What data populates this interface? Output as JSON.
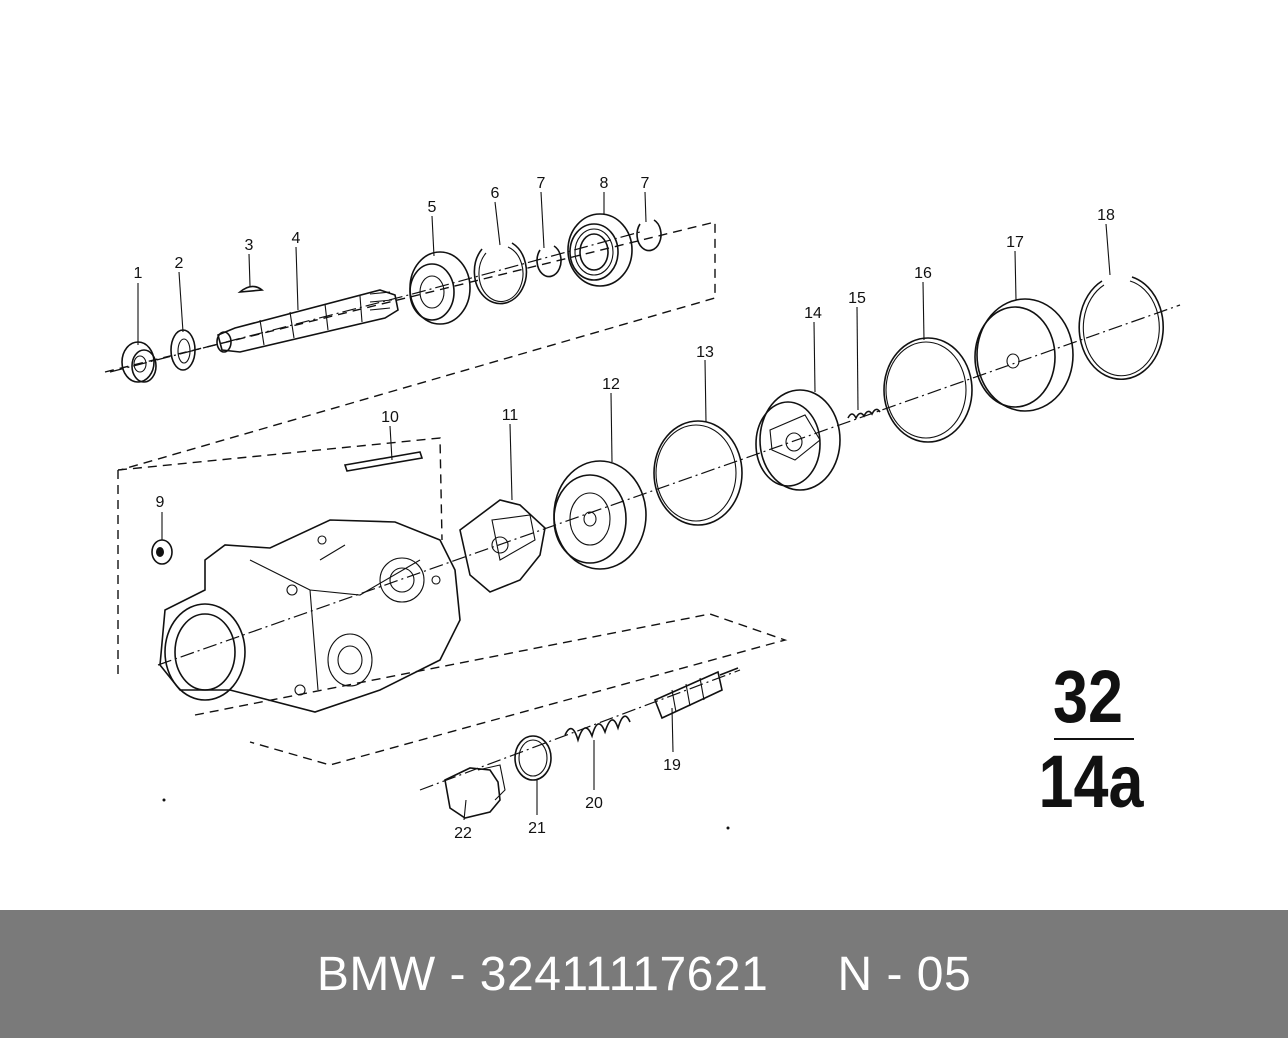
{
  "diagram": {
    "callouts": [
      "1",
      "2",
      "3",
      "4",
      "5",
      "6",
      "7",
      "8",
      "7",
      "9",
      "10",
      "11",
      "12",
      "13",
      "14",
      "15",
      "16",
      "17",
      "18",
      "19",
      "20",
      "21",
      "22"
    ],
    "group_code": {
      "main": "32",
      "sub": "14a"
    }
  },
  "footer": {
    "part_text": "BMW - 32411117621     N - 05"
  }
}
